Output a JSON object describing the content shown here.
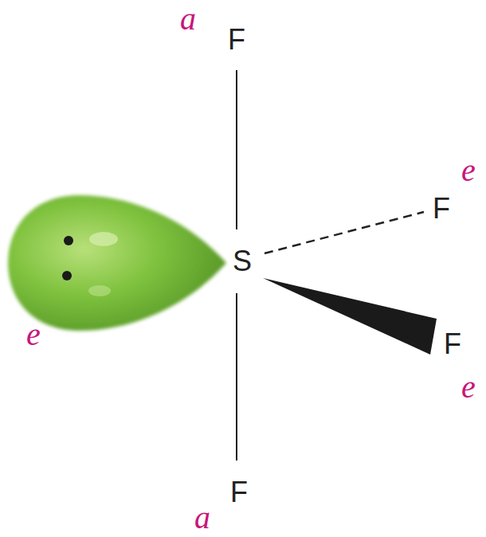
{
  "diagram": {
    "labels": [
      "a",
      "F",
      "e",
      "F",
      "S",
      "F",
      "e",
      "e",
      "F",
      "a"
    ]
  }
}
